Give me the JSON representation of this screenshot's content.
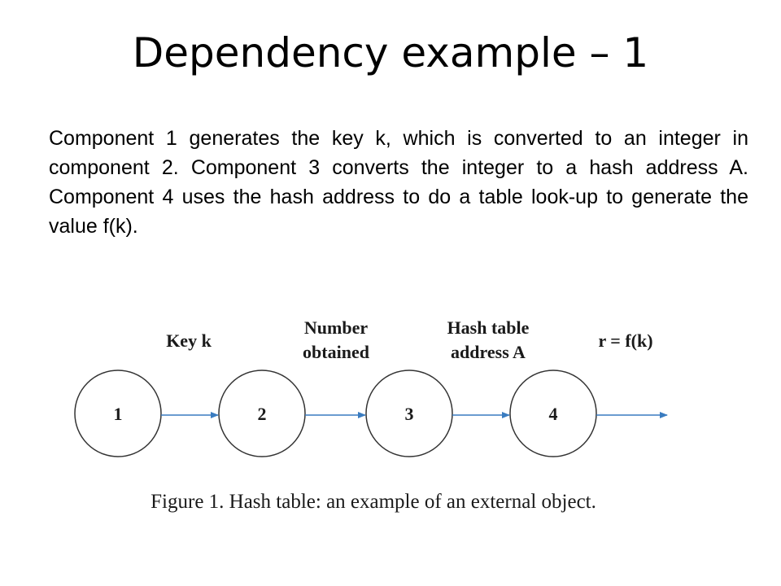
{
  "slide": {
    "title": "Dependency example – 1",
    "body": "Component 1 generates the key k, which is converted to an integer in component  2. Component 3 converts the integer to a hash address A. Component 4 uses the hash address to do a table look-up to generate the value f(k)."
  },
  "figure": {
    "nodes": [
      {
        "label": "1"
      },
      {
        "label": "2"
      },
      {
        "label": "3"
      },
      {
        "label": "4"
      }
    ],
    "edge_labels": [
      {
        "lines": [
          "Key k"
        ]
      },
      {
        "lines": [
          "Number",
          "obtained"
        ]
      },
      {
        "lines": [
          "Hash table",
          "address A"
        ]
      },
      {
        "lines": [
          "r = f(k)"
        ]
      }
    ],
    "caption": "Figure 1. Hash table: an example of an external object.",
    "colors": {
      "arrow": "#3a7cc0",
      "circle_stroke": "#333333"
    }
  }
}
